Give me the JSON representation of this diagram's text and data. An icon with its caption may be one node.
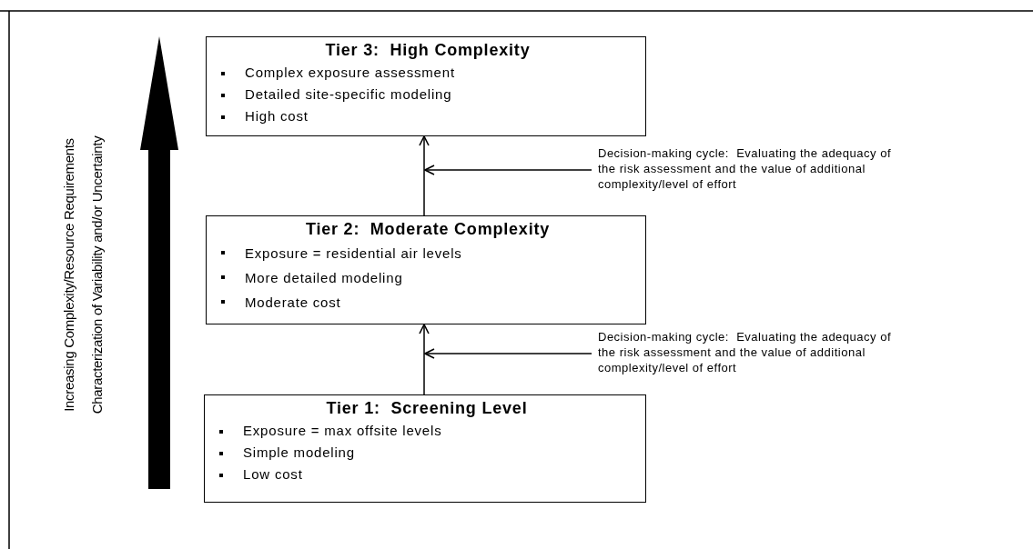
{
  "diagram": {
    "nodes": [
      {
        "text": [
          "Tier 3:  High Complexity",
          "Complex exposure assessment",
          "Detailed site-specific modeling",
          "High cost"
        ]
      },
      {
        "text": [
          "Tier 2:  Moderate Complexity",
          "Exposure = residential air levels",
          "More detailed modeling",
          "Moderate cost"
        ]
      },
      {
        "text": [
          "Tier 1:  Screening Level",
          "Exposure = max offsite levels",
          "Simple modeling",
          "Low cost"
        ]
      },
      {
        "text": [
          "Decision-making cycle:  Evaluating the adequacy of the risk assessment and the value of additional complexity/level of effort"
        ]
      },
      {
        "text": [
          "Decision-making cycle:  Evaluating the adequacy of the risk assessment and the value of additional complexity/level of effort"
        ]
      }
    ],
    "edges": [
      {
        "from": 1,
        "to": 0,
        "arrow": "to"
      },
      {
        "from": 2,
        "to": 1,
        "arrow": "to"
      },
      {
        "from": 3,
        "to": null,
        "arrow": "to"
      },
      {
        "from": 4,
        "to": null,
        "arrow": "to"
      }
    ],
    "labels": [
      "Increasing Complexity/Resource Requirements",
      "Characterization of Variability and/or Uncertainty"
    ]
  }
}
